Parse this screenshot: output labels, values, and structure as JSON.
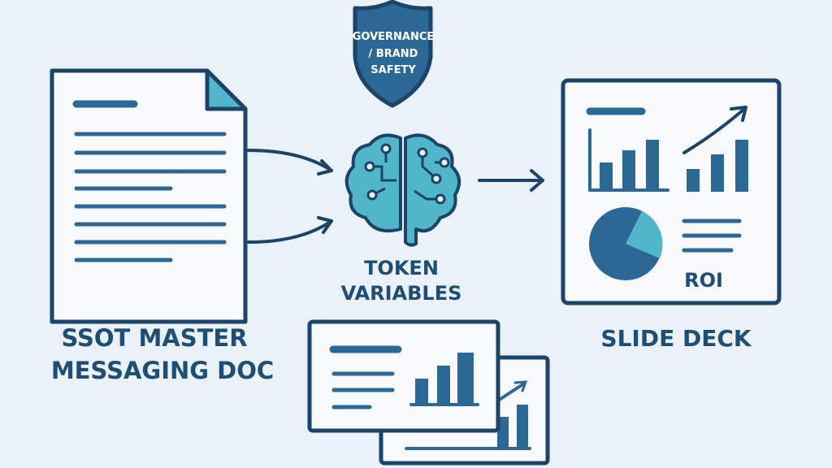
{
  "colors": {
    "background": "#eaf1f8",
    "navy": "#1b4468",
    "blue": "#2b6895",
    "teal": "#52b6cb"
  },
  "shield": {
    "line1": "GOVERNANCE",
    "line2": "/ BRAND",
    "line3": "SAFETY"
  },
  "source_doc": {
    "label_line1": "SSOT MASTER",
    "label_line2": "MESSAGING DOC"
  },
  "center": {
    "label_line1": "TOKEN",
    "label_line2": "VARIABLES"
  },
  "output": {
    "label": "SLIDE DECK",
    "roi": "ROI"
  }
}
